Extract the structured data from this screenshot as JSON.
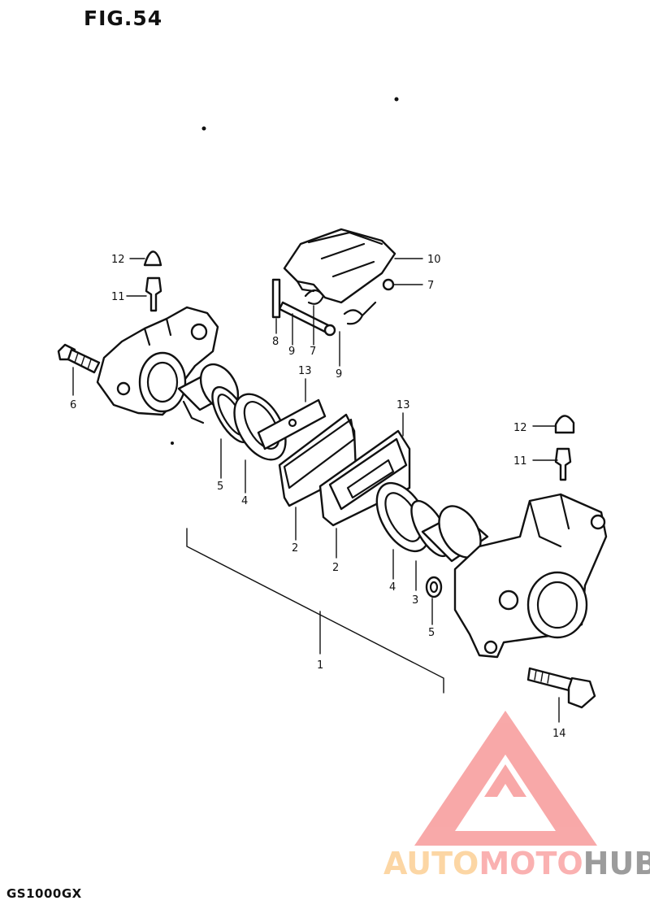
{
  "figure": {
    "title": "FIG.54",
    "model": "GS1000GX"
  },
  "watermark": {
    "word_auto": "AUTO",
    "word_moto": "MOTO",
    "word_hub": "HUB",
    "colors": {
      "triangle": "#f79a9a",
      "auto": "#fcd6a4",
      "moto": "#fab1b1",
      "hub": "#9c9c9c"
    }
  },
  "callouts": [
    {
      "id": "c12a",
      "label": "12"
    },
    {
      "id": "c11a",
      "label": "11"
    },
    {
      "id": "c6",
      "label": "6"
    },
    {
      "id": "c10",
      "label": "10"
    },
    {
      "id": "c7a",
      "label": "7"
    },
    {
      "id": "c8",
      "label": "8"
    },
    {
      "id": "c9a",
      "label": "9"
    },
    {
      "id": "c7b",
      "label": "7"
    },
    {
      "id": "c9b",
      "label": "9"
    },
    {
      "id": "c13a",
      "label": "13"
    },
    {
      "id": "c13b",
      "label": "13"
    },
    {
      "id": "c5a",
      "label": "5"
    },
    {
      "id": "c4a",
      "label": "4"
    },
    {
      "id": "c2a",
      "label": "2"
    },
    {
      "id": "c2b",
      "label": "2"
    },
    {
      "id": "c4b",
      "label": "4"
    },
    {
      "id": "c3",
      "label": "3"
    },
    {
      "id": "c5b",
      "label": "5"
    },
    {
      "id": "c1",
      "label": "1"
    },
    {
      "id": "c12b",
      "label": "12"
    },
    {
      "id": "c11b",
      "label": "11"
    },
    {
      "id": "c14",
      "label": "14"
    }
  ]
}
